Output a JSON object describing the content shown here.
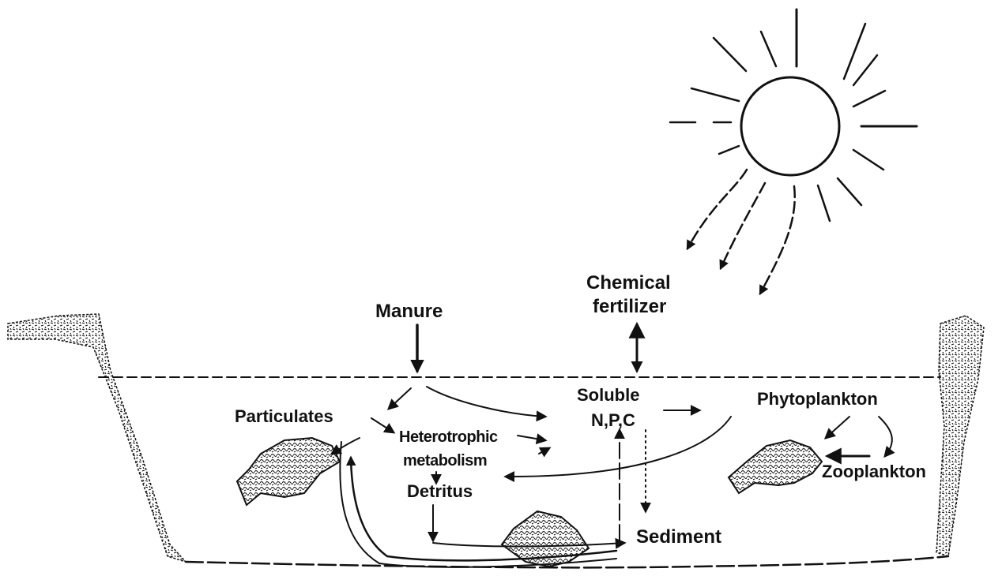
{
  "labels": {
    "manure": "Manure",
    "chemical_line1": "Chemical",
    "chemical_line2": "fertilizer",
    "particulates": "Particulates",
    "soluble_line1": "Soluble",
    "soluble_line2": "N,P,C",
    "phytoplankton": "Phytoplankton",
    "heterotrophic_line1": "Heterotrophic",
    "heterotrophic_line2": "metabolism",
    "detritus": "Detritus",
    "zooplankton": "Zooplankton",
    "sediment": "Sediment"
  },
  "colors": {
    "ink": "#111111",
    "background": "#ffffff"
  },
  "icons": {
    "sun": "sun-icon",
    "fish": "fish-icon",
    "bank": "pond-bank"
  }
}
